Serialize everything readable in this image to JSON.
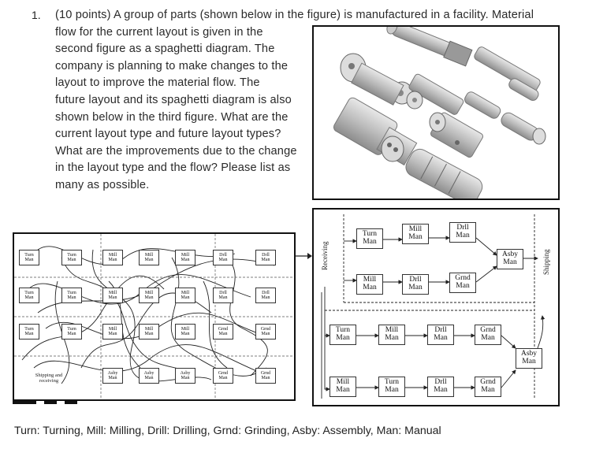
{
  "question": {
    "number": "1.",
    "lines": [
      "(10 points) A group of parts (shown below in the figure) is manufactured in a facility. Material",
      "flow for the current layout is given in the",
      "second figure as a spaghetti diagram.  The",
      "company is planning to make changes to the",
      "layout to improve the material flow. The",
      "future layout and its spaghetti diagram is also",
      "shown below in the third figure. What are the",
      "current layout type and future layout types?",
      "What are the improvements due to the change",
      "in the layout type and the flow? Please list as",
      "many as possible."
    ]
  },
  "current_layout": {
    "rows": [
      [
        "Turn\nMan",
        "Turn\nMan",
        "Mill\nMan",
        "Mill\nMan",
        "Mill\nMan",
        "Drll\nMan",
        "Drll\nMan"
      ],
      [
        "Turn\nMan",
        "Turn\nMan",
        "Mill\nMan",
        "Mill\nMan",
        "Mill\nMan",
        "Drll\nMan",
        "Drll\nMan"
      ],
      [
        "Turn\nMan",
        "Turn\nMan",
        "Mill\nMan",
        "Mill\nMan",
        "Mill\nMan",
        "Grnd\nMan",
        "Grnd\nMan"
      ],
      [
        "",
        "",
        "Asby\nMan",
        "Asby\nMan",
        "Asby\nMan",
        "Grnd\nMan",
        "Grnd\nMan"
      ]
    ],
    "shipping_label": "Shipping and\nreceiving"
  },
  "future_layout": {
    "receiving_label": "Receiving",
    "shipping_label": "Shipping",
    "cell1_top": [
      "Turn\nMan",
      "Mill\nMan",
      "Drll\nMan"
    ],
    "cell1_bottom": [
      "Mill\nMan",
      "Drll\nMan",
      "Grnd\nMan"
    ],
    "cell1_end": "Asby\nMan",
    "cell2_rows": [
      [
        "Turn\nMan",
        "Mill\nMan",
        "Drll\nMan",
        "Grnd\nMan"
      ],
      [
        "Mill\nMan",
        "Turn\nMan",
        "Drll\nMan",
        "Grnd\nMan"
      ]
    ],
    "cell2_end": "Asby\nMan"
  },
  "legend": "Turn: Turning, Mill: Milling, Drill: Drilling, Grnd: Grinding, Asby: Assembly, Man: Manual"
}
